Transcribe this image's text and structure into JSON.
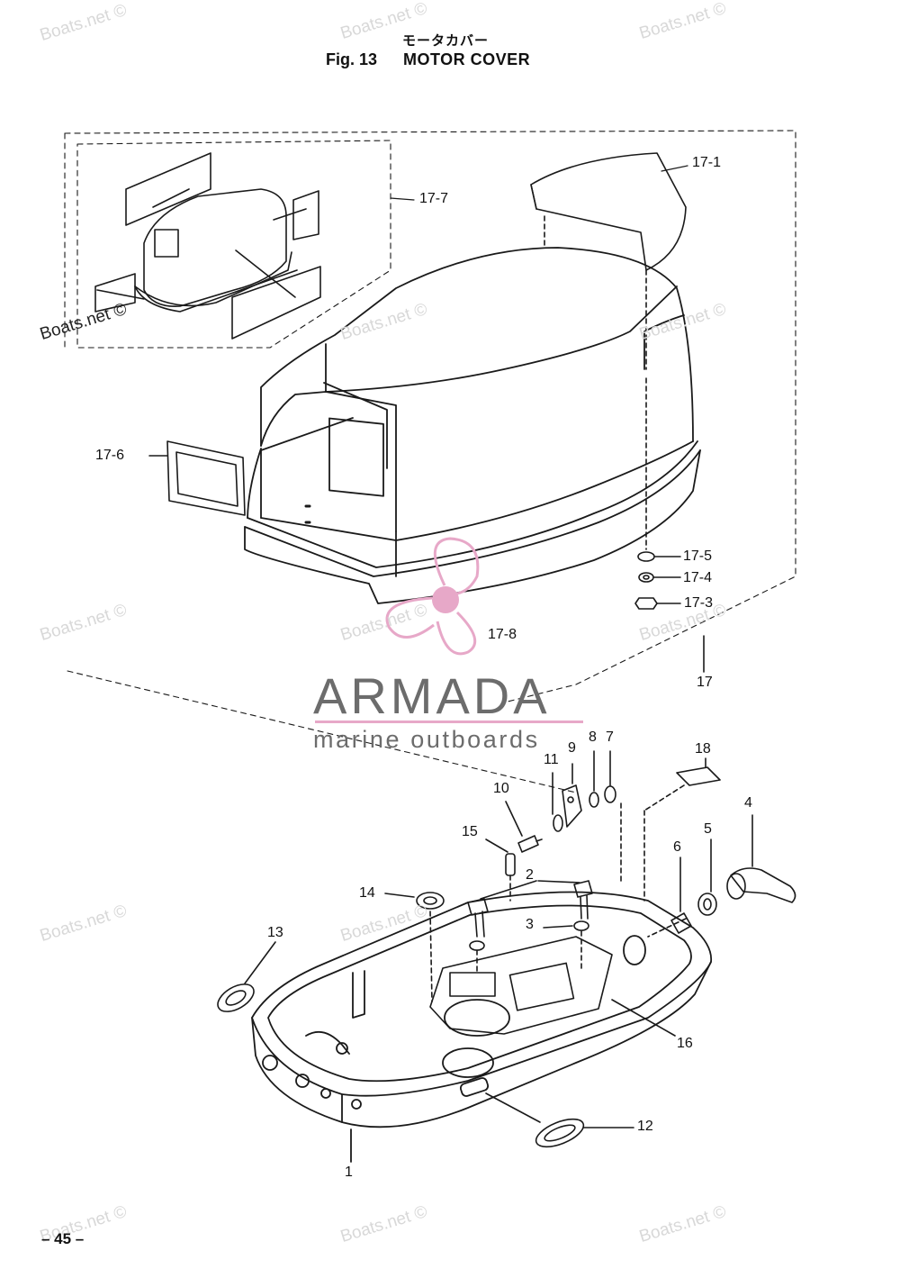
{
  "header": {
    "title_jp": "モータカバー",
    "figure": "Fig. 13",
    "title": "MOTOR COVER"
  },
  "footer": {
    "page": "– 45 –"
  },
  "watermark": {
    "text": "Boats.net ©"
  },
  "brand": {
    "name": "ARMADA",
    "subtitle": "marine outboards",
    "accent_color": "#e7a8c8",
    "text_color": "#6c6c6c"
  },
  "callouts": [
    {
      "id": "17-1",
      "label": "17-1"
    },
    {
      "id": "17-7",
      "label": "17-7"
    },
    {
      "id": "17-6",
      "label": "17-6"
    },
    {
      "id": "17-5",
      "label": "17-5"
    },
    {
      "id": "17-4",
      "label": "17-4"
    },
    {
      "id": "17-3",
      "label": "17-3"
    },
    {
      "id": "17-8",
      "label": "17-8"
    },
    {
      "id": "17",
      "label": "17"
    },
    {
      "id": "18",
      "label": "18"
    },
    {
      "id": "8",
      "label": "8"
    },
    {
      "id": "7",
      "label": "7"
    },
    {
      "id": "9",
      "label": "9"
    },
    {
      "id": "11",
      "label": "11"
    },
    {
      "id": "10",
      "label": "10"
    },
    {
      "id": "4",
      "label": "4"
    },
    {
      "id": "15",
      "label": "15"
    },
    {
      "id": "5",
      "label": "5"
    },
    {
      "id": "6",
      "label": "6"
    },
    {
      "id": "2",
      "label": "2"
    },
    {
      "id": "14",
      "label": "14"
    },
    {
      "id": "3",
      "label": "3"
    },
    {
      "id": "13",
      "label": "13"
    },
    {
      "id": "16",
      "label": "16"
    },
    {
      "id": "12",
      "label": "12"
    },
    {
      "id": "1",
      "label": "1"
    }
  ]
}
